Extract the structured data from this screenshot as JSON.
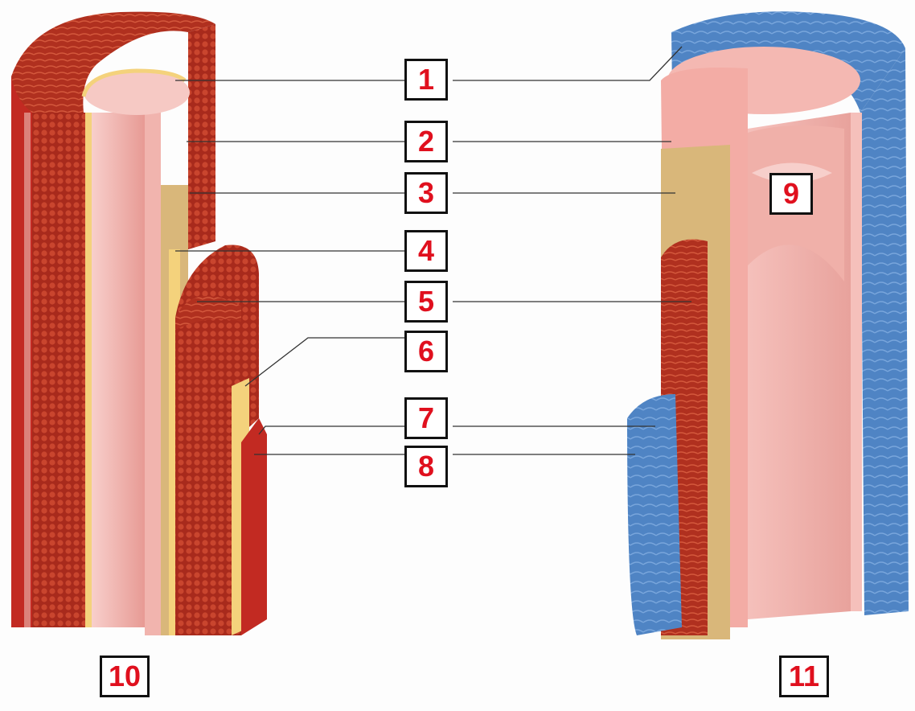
{
  "labels": [
    {
      "id": 1,
      "text": "1"
    },
    {
      "id": 2,
      "text": "2"
    },
    {
      "id": 3,
      "text": "3"
    },
    {
      "id": 4,
      "text": "4"
    },
    {
      "id": 5,
      "text": "5"
    },
    {
      "id": 6,
      "text": "6"
    },
    {
      "id": 7,
      "text": "7"
    },
    {
      "id": 8,
      "text": "8"
    },
    {
      "id": 9,
      "text": "9"
    },
    {
      "id": 10,
      "text": "10"
    },
    {
      "id": 11,
      "text": "11"
    }
  ],
  "colors": {
    "artery_media": "#b8321f",
    "artery_outer": "#c22a22",
    "endothelium": "#f1b4ae",
    "basement": "#d9b77a",
    "elastic": "#f4d27c",
    "vein_adventitia": "#4f84c4",
    "vein_light": "#9cc3e6",
    "label_text": "#e0101e",
    "leader_line": "#333333"
  }
}
